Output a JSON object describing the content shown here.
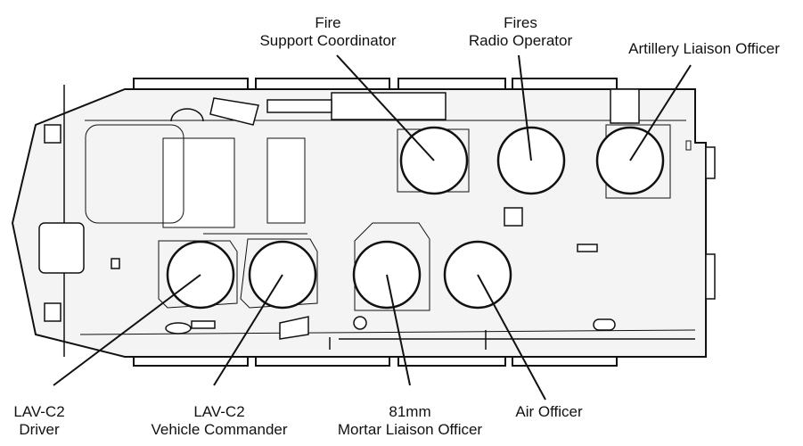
{
  "colors": {
    "stroke": "#111111",
    "hull_fill": "#f4f4f4",
    "seat_fill": "#ffffff"
  },
  "positions": [
    {
      "id": "fire-support-coordinator",
      "lines": [
        "Fire",
        "Support Coordinator"
      ]
    },
    {
      "id": "fires-radio-operator",
      "lines": [
        "Fires",
        "Radio Operator"
      ]
    },
    {
      "id": "artillery-liaison-officer",
      "lines": [
        "Artillery Liaison Officer"
      ]
    },
    {
      "id": "lav-c2-driver",
      "lines": [
        "LAV-C2",
        "Driver"
      ]
    },
    {
      "id": "lav-c2-vehicle-commander",
      "lines": [
        "LAV-C2",
        "Vehicle Commander"
      ]
    },
    {
      "id": "mortar-liaison-officer",
      "lines": [
        "81mm",
        "Mortar Liaison Officer"
      ]
    },
    {
      "id": "air-officer",
      "lines": [
        "Air Officer"
      ]
    }
  ]
}
